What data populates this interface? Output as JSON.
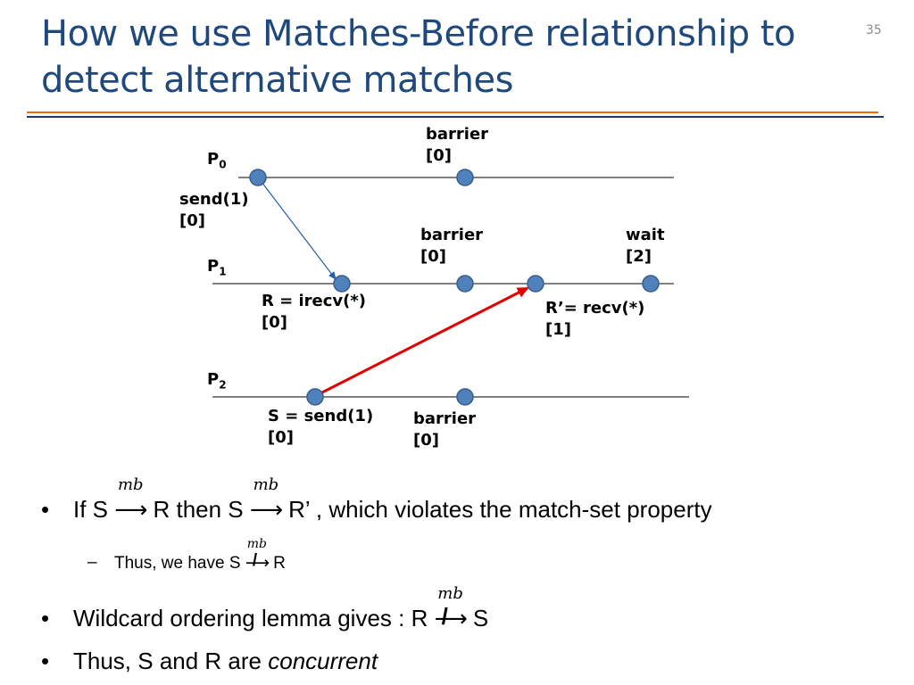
{
  "slide": {
    "title": "How we use Matches-Before relationship to detect alternative matches",
    "page_number": "35"
  },
  "diagram": {
    "processes": [
      {
        "name": "P",
        "sub": "0"
      },
      {
        "name": "P",
        "sub": "1"
      },
      {
        "name": "P",
        "sub": "2"
      }
    ],
    "events": {
      "p0_send": {
        "line1": "send(1)",
        "line2": "[0]"
      },
      "p0_barrier": {
        "line1": "barrier",
        "line2": "[0]"
      },
      "p1_irecv": {
        "line1": "R = irecv(*)",
        "line2": "[0]"
      },
      "p1_barrier": {
        "line1": "barrier",
        "line2": "[0]"
      },
      "p1_recv": {
        "line1": "R’= recv(*)",
        "line2": "[1]"
      },
      "p1_wait": {
        "line1": "wait",
        "line2": "[2]"
      },
      "p2_send": {
        "line1": "S = send(1)",
        "line2": "[0]"
      },
      "p2_barrier": {
        "line1": "barrier",
        "line2": "[0]"
      }
    },
    "colors": {
      "node_fill": "#4f81bd",
      "node_stroke": "#385d8a",
      "match_arrow": "#1f5fa8",
      "alt_arrow": "#e00000",
      "timeline": "#000000"
    }
  },
  "bullets": {
    "b1": {
      "pre": "If S",
      "mid": "R then S",
      "post": "R’ , which violates the match-set property"
    },
    "b1_sub": {
      "pre": "Thus, we have S",
      "post": "R"
    },
    "b2": {
      "pre": "Wildcard ordering lemma gives : R",
      "post": "S"
    },
    "b3": {
      "pre": "Thus, S and R are",
      "emph": "concurrent"
    },
    "relation_label": "mb",
    "arrow": "⟶",
    "bullet_char": "•",
    "dash_char": "–"
  }
}
